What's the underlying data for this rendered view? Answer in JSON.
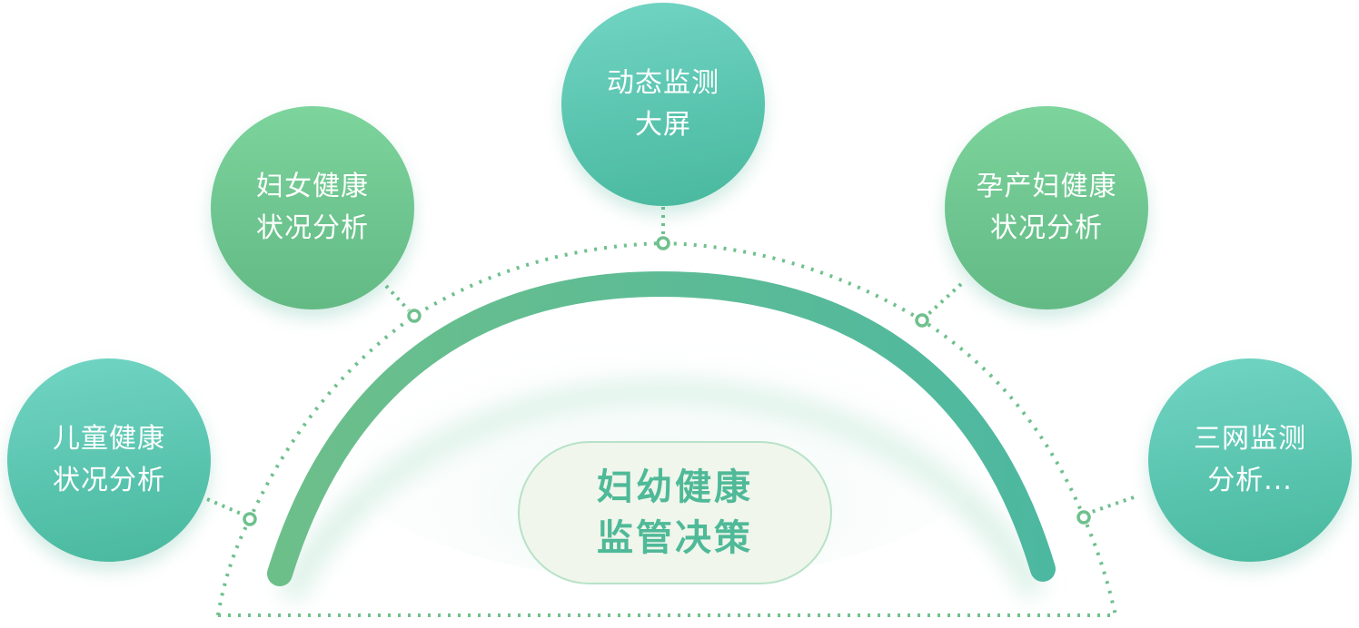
{
  "title": "妇幼健康监管决策",
  "center": {
    "line1": "妇幼健康",
    "line2": "监管决策"
  },
  "nodes": [
    {
      "id": "child-health",
      "line1": "儿童健康",
      "line2": "状况分析",
      "style": "teal"
    },
    {
      "id": "women-health",
      "line1": "妇女健康",
      "line2": "状况分析",
      "style": "green"
    },
    {
      "id": "dynamic-monitor",
      "line1": "动态监测",
      "line2": "大屏",
      "style": "teal"
    },
    {
      "id": "maternal-health",
      "line1": "孕产妇健康",
      "line2": "状况分析",
      "style": "green"
    },
    {
      "id": "three-network",
      "line1": "三网监测",
      "line2": "分析...",
      "style": "teal"
    }
  ],
  "colors": {
    "arc_start": "#6dbf8a",
    "arc_end": "#4db8a0",
    "dots": "#6fc08d",
    "center_text": "#4fb998",
    "center_bg": "#f0f6ec",
    "center_border": "#b8e2c8"
  }
}
